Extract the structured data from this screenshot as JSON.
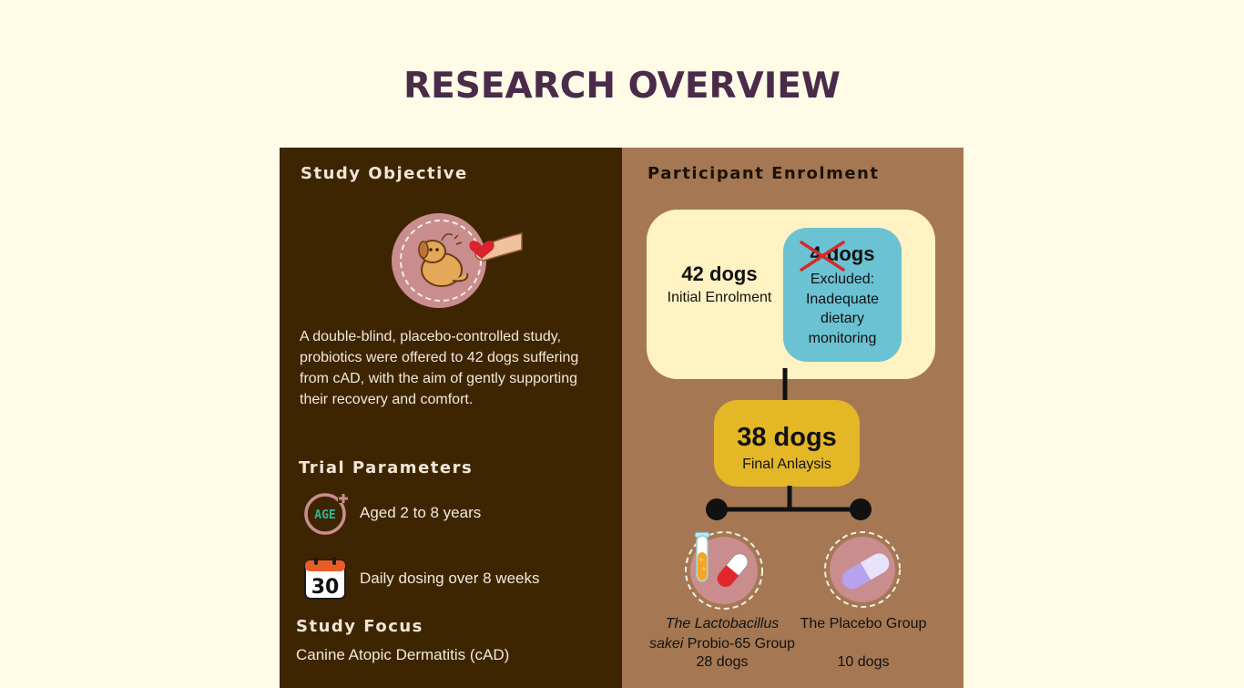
{
  "title": "RESEARCH OVERVIEW",
  "left": {
    "objective_heading": "Study Objective",
    "objective_text": "A double-blind, placebo-controlled study, probiotics were offered to 42 dogs suffering from cAD, with the aim of gently supporting their recovery and comfort.",
    "objective_icon": "scratching-dog-heart-hand-icon",
    "params_heading": "Trial Parameters",
    "params": [
      {
        "icon": "age-icon",
        "icon_text": "AGE",
        "text": "Aged 2 to 8 years"
      },
      {
        "icon": "calendar-icon",
        "icon_text": "30",
        "text": "Daily dosing over 8 weeks"
      }
    ],
    "focus_heading": "Study Focus",
    "focus_text": "Canine Atopic Dermatitis (cAD)"
  },
  "right": {
    "heading": "Participant Enrolment",
    "initial": {
      "count": "42 dogs",
      "label": "Initial Enrolment"
    },
    "excluded": {
      "count": "4 dogs",
      "label_line1": "Excluded:",
      "label_line2": "Inadequate",
      "label_line3": "dietary",
      "label_line4": "monitoring"
    },
    "final": {
      "count": "38 dogs",
      "label": "Final Anlaysis"
    },
    "groups": [
      {
        "icon": "test-tube-capsule-icon",
        "name_italic": "The Lactobacillus",
        "name_italic2": "sakei",
        "name_rest": " Probio-65 Group",
        "count": "28 dogs"
      },
      {
        "icon": "pill-icon",
        "name": "The Placebo Group",
        "count": "10 dogs"
      }
    ]
  },
  "colors": {
    "background": "#fffbe6",
    "title": "#4a2b4a",
    "left_panel": "#3e2502",
    "right_panel": "#a57853",
    "enrol_box": "#fff2c3",
    "excluded_box": "#6ac2d3",
    "final_box": "#e4b726",
    "cross": "#d62a2a"
  }
}
